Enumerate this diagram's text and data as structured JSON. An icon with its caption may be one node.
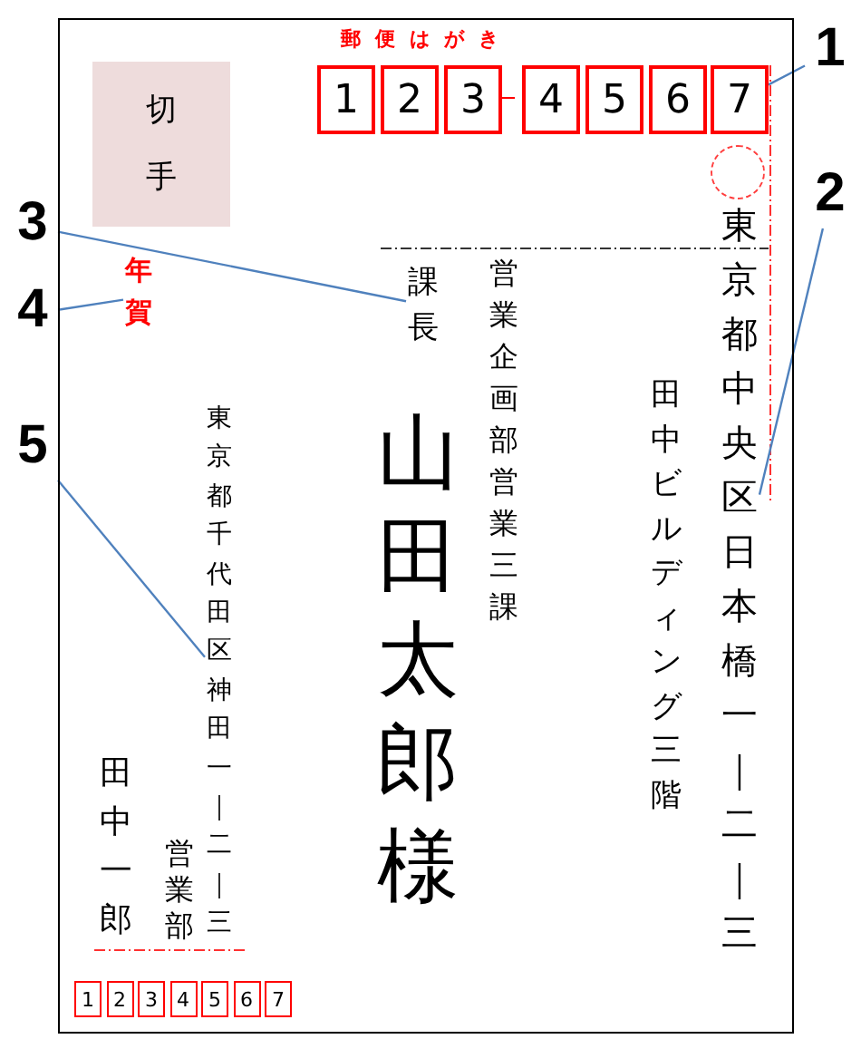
{
  "diagram": {
    "nodes": [
      {
        "text": [],
        "shape": "box"
      },
      {
        "text": [
          "切手"
        ],
        "in": 0
      },
      {
        "text": [
          "1"
        ],
        "in": 0
      },
      {
        "text": [
          "2"
        ],
        "in": 0
      },
      {
        "text": [
          "3"
        ],
        "in": 0
      },
      {
        "text": [
          "4"
        ],
        "in": 0
      },
      {
        "text": [
          "5"
        ],
        "in": 0
      },
      {
        "text": [
          "6"
        ],
        "in": 0
      },
      {
        "text": [
          "7"
        ],
        "in": 0
      },
      {
        "text": [],
        "shape": "circle",
        "in": 0
      },
      {
        "text": [
          "東京都中央区日本橋一｜二｜三"
        ],
        "in": 0
      },
      {
        "text": [
          "田中ビルディング三階"
        ],
        "in": 0
      },
      {
        "text": [
          "営業企画部営業三課"
        ],
        "in": 0
      },
      {
        "text": [
          "課長"
        ],
        "in": 0
      },
      {
        "text": [
          "山田太郎様"
        ],
        "in": 0
      },
      {
        "text": [
          "年賀"
        ],
        "in": 0
      },
      {
        "text": [
          "東京都千代田区神田一｜二｜三"
        ],
        "in": 0
      },
      {
        "text": [
          "営業部"
        ],
        "in": 0
      },
      {
        "text": [
          "田中一郎"
        ],
        "in": 0
      },
      {
        "text": [
          "1"
        ],
        "in": 0
      },
      {
        "text": [
          "2"
        ],
        "in": 0
      },
      {
        "text": [
          "3"
        ],
        "in": 0
      },
      {
        "text": [
          "4"
        ],
        "in": 0
      },
      {
        "text": [
          "5"
        ],
        "in": 0
      },
      {
        "text": [
          "6"
        ],
        "in": 0
      },
      {
        "text": [
          "7"
        ],
        "in": 0
      },
      {
        "text": [
          "1"
        ]
      },
      {
        "text": [
          "2"
        ]
      },
      {
        "text": [
          "3"
        ]
      },
      {
        "text": [
          "4"
        ]
      },
      {
        "text": [
          "5"
        ]
      }
    ],
    "edges": [
      {
        "from": 26,
        "to": 8,
        "arrow": "none"
      },
      {
        "from": 27,
        "to": 10,
        "arrow": "none"
      },
      {
        "from": 28,
        "to": 13,
        "arrow": "none"
      },
      {
        "from": 29,
        "to": 15,
        "arrow": "none"
      },
      {
        "from": 30,
        "to": 16,
        "arrow": "none"
      }
    ],
    "labels": [
      "郵便はがき"
    ]
  }
}
